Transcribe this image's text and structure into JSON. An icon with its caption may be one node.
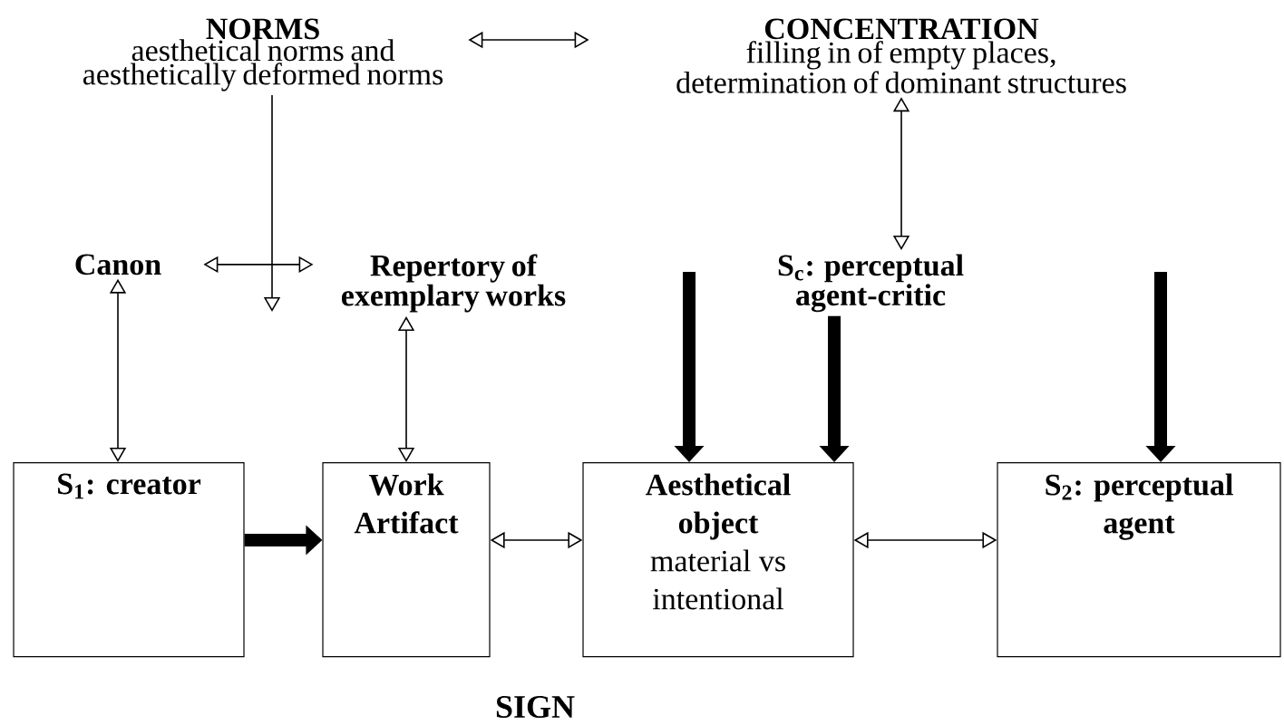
{
  "diagram": {
    "nodes": [
      {
        "text": [
          "NORMS",
          "aesthetical norms and aesthetically deformed norms"
        ]
      },
      {
        "text": [
          "CONCENTRATION",
          "filling in of empty places, determination of dominant structures"
        ]
      },
      {
        "text": [
          "Canon"
        ]
      },
      {
        "text": [
          "Repertory of exemplary works"
        ]
      },
      {
        "text": [
          "S$_{c}$: perceptual agent-critic"
        ]
      },
      {
        "text": [
          "S$_{1}$: creator"
        ]
      },
      {
        "text": [
          "Work Artifact"
        ]
      },
      {
        "text": [
          "Aesthetical object",
          "material vs intentional"
        ]
      },
      {
        "text": [
          "S$_{2}$: perceptual agent"
        ]
      }
    ],
    "edges": [
      {
        "from": 0,
        "to": 1,
        "arrow": "both"
      },
      {
        "from": 0,
        "to": null,
        "arrow": "to"
      },
      {
        "from": 1,
        "to": 4,
        "arrow": "both"
      },
      {
        "from": 2,
        "to": 5,
        "arrow": "both"
      },
      {
        "from": 2,
        "to": 3,
        "arrow": "both"
      },
      {
        "from": 3,
        "to": 6,
        "arrow": "both"
      },
      {
        "from": null,
        "to": 7,
        "arrow": "to",
        "style": "thick"
      },
      {
        "from": null,
        "to": 8,
        "arrow": "to",
        "style": "thick"
      },
      {
        "from": 4,
        "to": 7,
        "arrow": "to",
        "style": "thick"
      },
      {
        "from": 5,
        "to": 6,
        "arrow": "to",
        "style": "thick"
      },
      {
        "from": 6,
        "to": 7,
        "arrow": "both"
      },
      {
        "from": 7,
        "to": 8,
        "arrow": "both"
      }
    ],
    "labels": [
      "SIGN"
    ]
  }
}
